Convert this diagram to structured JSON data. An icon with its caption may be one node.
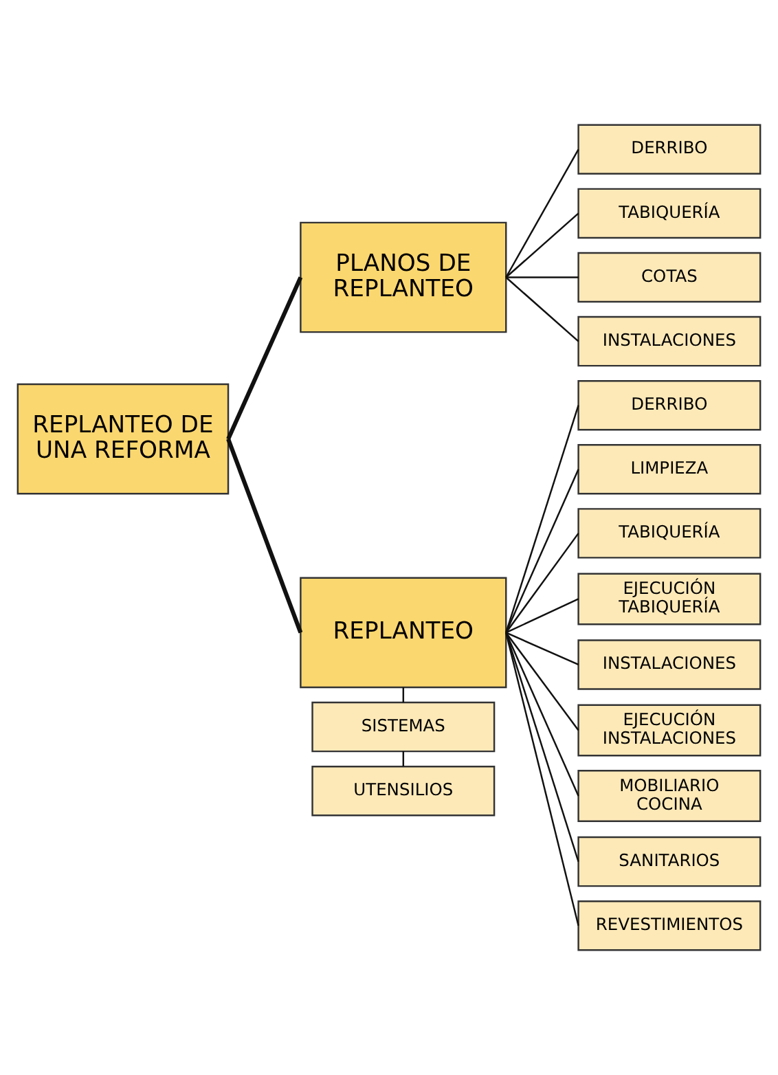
{
  "diagram": {
    "nodes": [
      {
        "text": [
          "REPLANTEO DE UNA REFORMA"
        ]
      },
      {
        "text": [
          "PLANOS DE REPLANTEO"
        ]
      },
      {
        "text": [
          "DERRIBO"
        ]
      },
      {
        "text": [
          "TABIQUERÍA"
        ]
      },
      {
        "text": [
          "COTAS"
        ]
      },
      {
        "text": [
          "INSTALACIONES"
        ]
      },
      {
        "text": [
          "REPLANTEO"
        ]
      },
      {
        "text": [
          "DERRIBO"
        ]
      },
      {
        "text": [
          "LIMPIEZA"
        ]
      },
      {
        "text": [
          "TABIQUERÍA"
        ]
      },
      {
        "text": [
          "EJECUCIÓN TABIQUERÍA"
        ]
      },
      {
        "text": [
          "INSTALACIONES"
        ]
      },
      {
        "text": [
          "EJECUCIÓN INSTALACIONES"
        ]
      },
      {
        "text": [
          "MOBILIARIO COCINA"
        ]
      },
      {
        "text": [
          "SANITARIOS"
        ]
      },
      {
        "text": [
          "REVESTIMIENTOS"
        ]
      },
      {
        "text": [
          "SISTEMAS"
        ]
      },
      {
        "text": [
          "UTENSILIOS"
        ]
      }
    ],
    "edges": [
      {
        "from": 0,
        "to": 1,
        "arrow": "none",
        "style": "thick"
      },
      {
        "from": 0,
        "to": 6,
        "arrow": "none",
        "style": "thick"
      },
      {
        "from": 1,
        "to": 2,
        "arrow": "none"
      },
      {
        "from": 1,
        "to": 3,
        "arrow": "none"
      },
      {
        "from": 1,
        "to": 4,
        "arrow": "none"
      },
      {
        "from": 1,
        "to": 5,
        "arrow": "none"
      },
      {
        "from": 6,
        "to": 7,
        "arrow": "none"
      },
      {
        "from": 6,
        "to": 8,
        "arrow": "none"
      },
      {
        "from": 6,
        "to": 9,
        "arrow": "none"
      },
      {
        "from": 6,
        "to": 10,
        "arrow": "none"
      },
      {
        "from": 6,
        "to": 11,
        "arrow": "none"
      },
      {
        "from": 6,
        "to": 12,
        "arrow": "none"
      },
      {
        "from": 6,
        "to": 13,
        "arrow": "none"
      },
      {
        "from": 6,
        "to": 14,
        "arrow": "none"
      },
      {
        "from": 6,
        "to": 15,
        "arrow": "none"
      },
      {
        "from": 6,
        "to": 16,
        "arrow": "none"
      },
      {
        "from": 16,
        "to": 17,
        "arrow": "none"
      }
    ]
  }
}
